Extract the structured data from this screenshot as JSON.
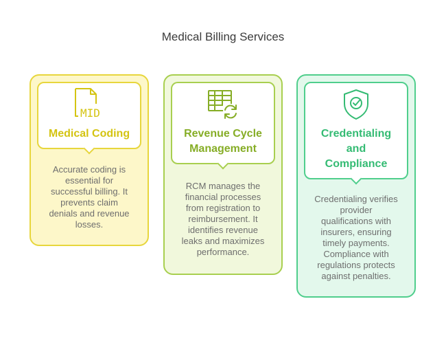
{
  "title": "Medical Billing Services",
  "colors": {
    "yellow": "#e7d63c",
    "yellow_fill": "#fdf7c9",
    "yellow_text": "#d4c412",
    "green": "#a8cf4f",
    "green_fill": "#f1f8dc",
    "green_text": "#86ad26",
    "teal": "#4fce8c",
    "teal_fill": "#e3f8ec",
    "teal_text": "#34bb73"
  },
  "cards": [
    {
      "id": "medical-coding",
      "icon": "medical-document-icon",
      "icon_text": "MID",
      "heading_lines": [
        "Medical Coding"
      ],
      "description_lines": [
        "Accurate coding is",
        "essential for",
        "successful billing. It",
        "prevents claim",
        "denials and revenue",
        "losses."
      ]
    },
    {
      "id": "revenue-cycle",
      "icon": "spreadsheet-refresh-icon",
      "heading_lines": [
        "Revenue Cycle",
        "Management"
      ],
      "description_lines": [
        "RCM manages the",
        "financial processes",
        "from registration to",
        "reimbursement. It",
        "identifies revenue",
        "leaks and maximizes",
        "performance."
      ]
    },
    {
      "id": "credentialing",
      "icon": "shield-check-icon",
      "heading_lines": [
        "Credentialing",
        "and",
        "Compliance"
      ],
      "description_lines": [
        "Credentialing verifies",
        "provider",
        "qualifications with",
        "insurers, ensuring",
        "timely payments.",
        "Compliance with",
        "regulations protects",
        "against penalties."
      ]
    }
  ]
}
